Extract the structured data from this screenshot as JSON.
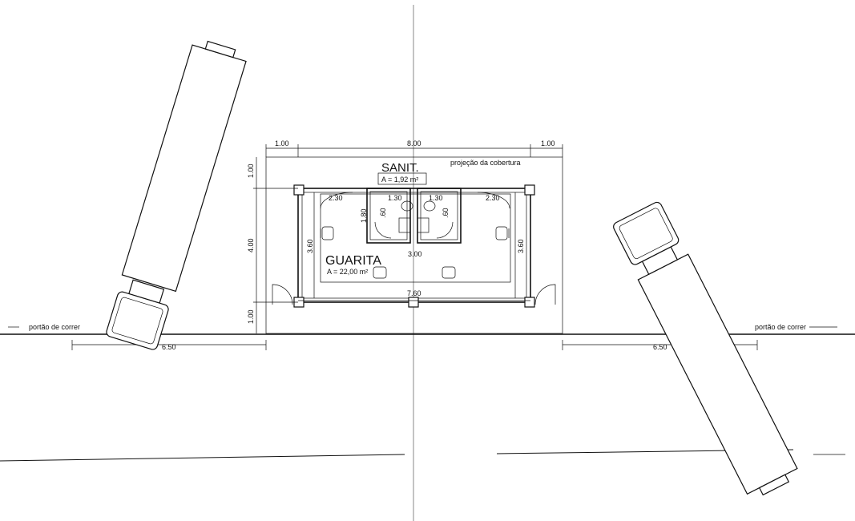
{
  "room_labels": {
    "sanitary": "SANIT.",
    "sanitary_area": "A = 1,92 m²",
    "guardhouse": "GUARITA",
    "guardhouse_area": "A = 22,00 m²",
    "roof_projection": "projeção da cobertura"
  },
  "gate_labels": {
    "left": "portão de correr",
    "right": "portão de correr"
  },
  "dimensions": {
    "top_left": "1.00",
    "top_center": "8.00",
    "top_right": "1.00",
    "left_top": "1.00",
    "left_mid": "4.00",
    "left_bottom": "1.00",
    "inner_left": "3.60",
    "inner_right": "3.60",
    "room_left_width": "2.30",
    "room_right_width": "2.30",
    "wc_left_width": "1.30",
    "wc_right_width": "1.30",
    "wc_depth": "1.80",
    "wc_door_left": ".60",
    "wc_door_right": ".60",
    "interior_width": "3.00",
    "bottom_width": "7.60",
    "gate_left": "6.50",
    "gate_right": "6.50"
  }
}
